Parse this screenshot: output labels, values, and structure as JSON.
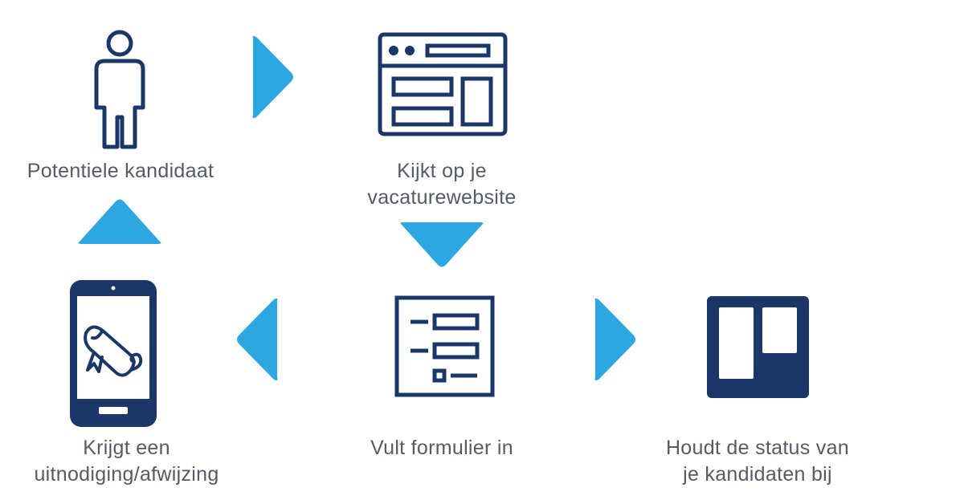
{
  "colors": {
    "icon_navy": "#1b3768",
    "arrow_blue": "#2ea7e0",
    "label_gray": "#555a66"
  },
  "steps": [
    {
      "icon": "person-icon",
      "label_lines": [
        "Potentiele kandidaat"
      ]
    },
    {
      "icon": "browser-window-icon",
      "label_lines": [
        "Kijkt op je",
        "vacaturewebsite"
      ]
    },
    {
      "icon": "form-list-icon",
      "label_lines": [
        "Vult formulier in"
      ]
    },
    {
      "icon": "kanban-board-icon",
      "label_lines": [
        "Houdt de status van",
        "je kandidaten bij"
      ]
    },
    {
      "icon": "smartphone-diploma-icon",
      "label_lines": [
        "Krijgt een",
        "uitnodiging/afwijzing"
      ]
    }
  ],
  "arrows": [
    {
      "from": "Potentiele kandidaat",
      "to": "Kijkt op je vacaturewebsite",
      "direction": "right"
    },
    {
      "from": "Kijkt op je vacaturewebsite",
      "to": "Vult formulier in",
      "direction": "down"
    },
    {
      "from": "Vult formulier in",
      "to": "Houdt de status van je kandidaten bij",
      "direction": "right"
    },
    {
      "from": "Vult formulier in",
      "to": "Krijgt een uitnodiging/afwijzing",
      "direction": "left"
    },
    {
      "from": "Krijgt een uitnodiging/afwijzing",
      "to": "Potentiele kandidaat",
      "direction": "up"
    }
  ]
}
